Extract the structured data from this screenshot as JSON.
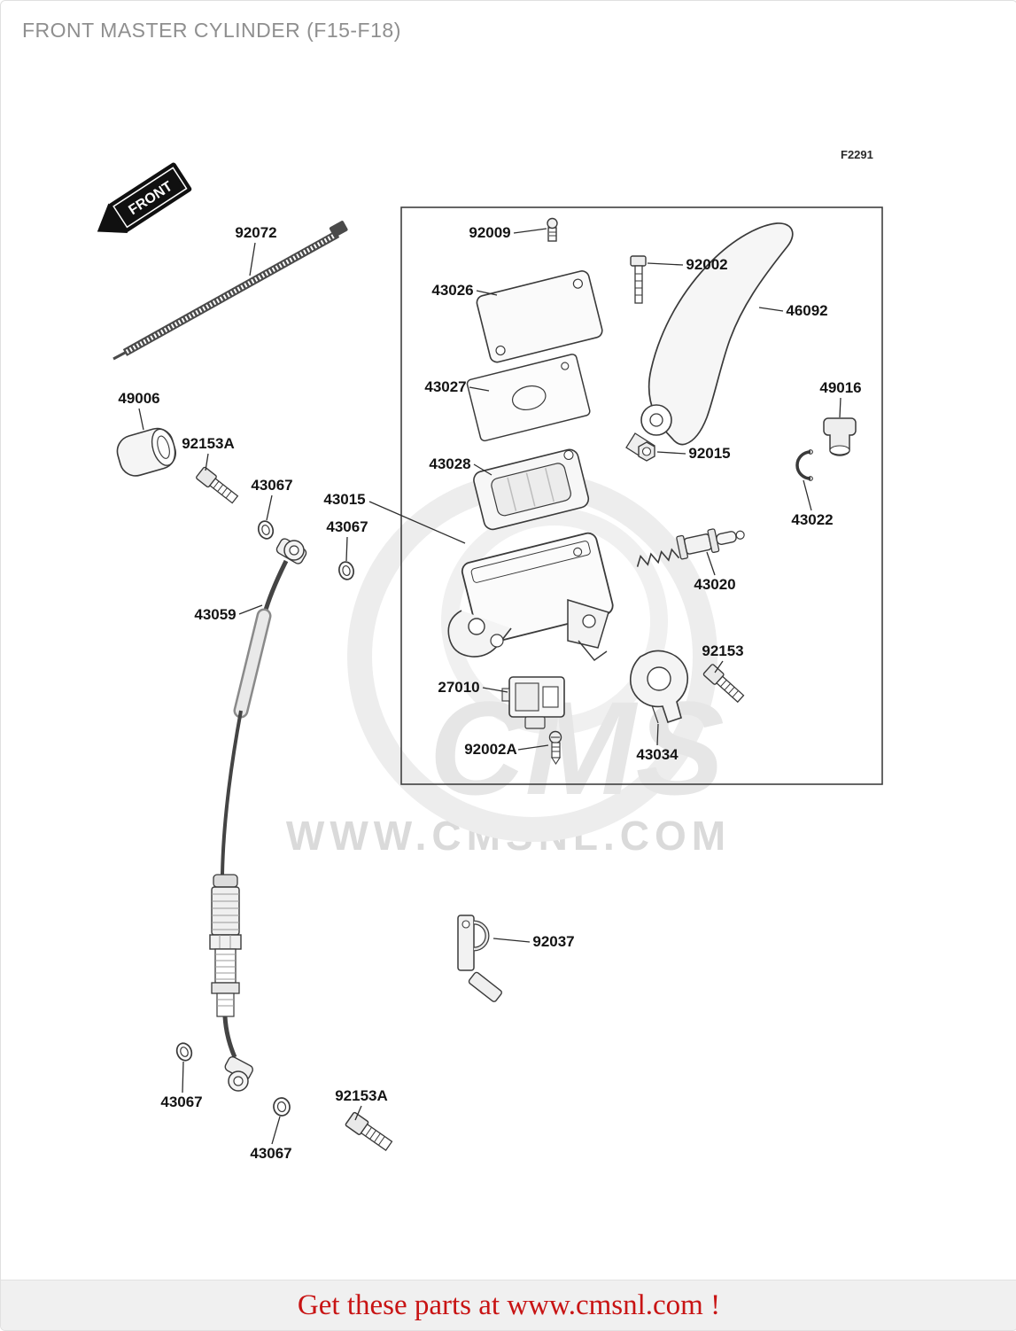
{
  "page": {
    "title": "FRONT MASTER CYLINDER (F15-F18)",
    "figure_code": "F2291",
    "front_tag": "FRONT",
    "watermark_logo": "CMS",
    "watermark_text": "WWW.CMSNL.COM",
    "footer_text": "Get these parts at www.cmsnl.com !"
  },
  "part_labels": [
    {
      "text": "92072"
    },
    {
      "text": "92009"
    },
    {
      "text": "92002"
    },
    {
      "text": "43026"
    },
    {
      "text": "46092"
    },
    {
      "text": "43027"
    },
    {
      "text": "49016"
    },
    {
      "text": "49006"
    },
    {
      "text": "92153A"
    },
    {
      "text": "43067"
    },
    {
      "text": "43015"
    },
    {
      "text": "43067"
    },
    {
      "text": "92015"
    },
    {
      "text": "43028"
    },
    {
      "text": "43022"
    },
    {
      "text": "43020"
    },
    {
      "text": "43059"
    },
    {
      "text": "92153"
    },
    {
      "text": "27010"
    },
    {
      "text": "92002A"
    },
    {
      "text": "43034"
    },
    {
      "text": "92037"
    },
    {
      "text": "43067"
    },
    {
      "text": "92153A"
    },
    {
      "text": "43067"
    }
  ]
}
